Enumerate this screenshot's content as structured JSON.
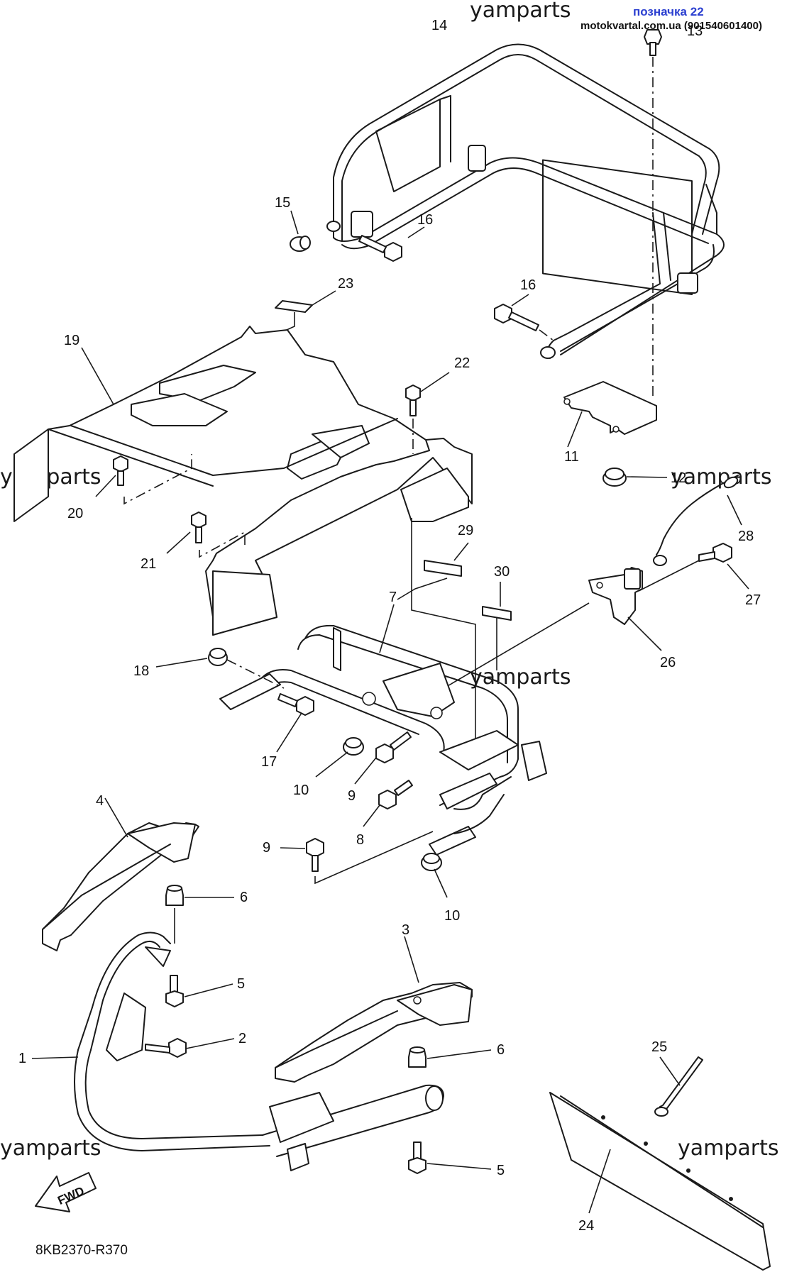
{
  "header": {
    "note_label": "позначка 22",
    "site_text": "motokvartal.com.ua (901540601400)"
  },
  "watermarks": [
    "yamparts",
    "yamparts",
    "yamparts",
    "yamparts",
    "yamparts",
    "yamparts"
  ],
  "diagram_code": "8KB2370-R370",
  "fwd_label": "FWD",
  "callouts": {
    "c1": "1",
    "c2": "2",
    "c3": "3",
    "c4": "4",
    "c5a": "5",
    "c5b": "5",
    "c6a": "6",
    "c6b": "6",
    "c7": "7",
    "c8": "8",
    "c9a": "9",
    "c9b": "9",
    "c10a": "10",
    "c10b": "10",
    "c11": "11",
    "c12": "12",
    "c13": "13",
    "c14": "14",
    "c15": "15",
    "c16a": "16",
    "c16b": "16",
    "c17": "17",
    "c18": "18",
    "c19": "19",
    "c20": "20",
    "c21": "21",
    "c22": "22",
    "c23": "23",
    "c24": "24",
    "c25": "25",
    "c26": "26",
    "c27": "27",
    "c28": "28",
    "c29": "29",
    "c30": "30"
  }
}
